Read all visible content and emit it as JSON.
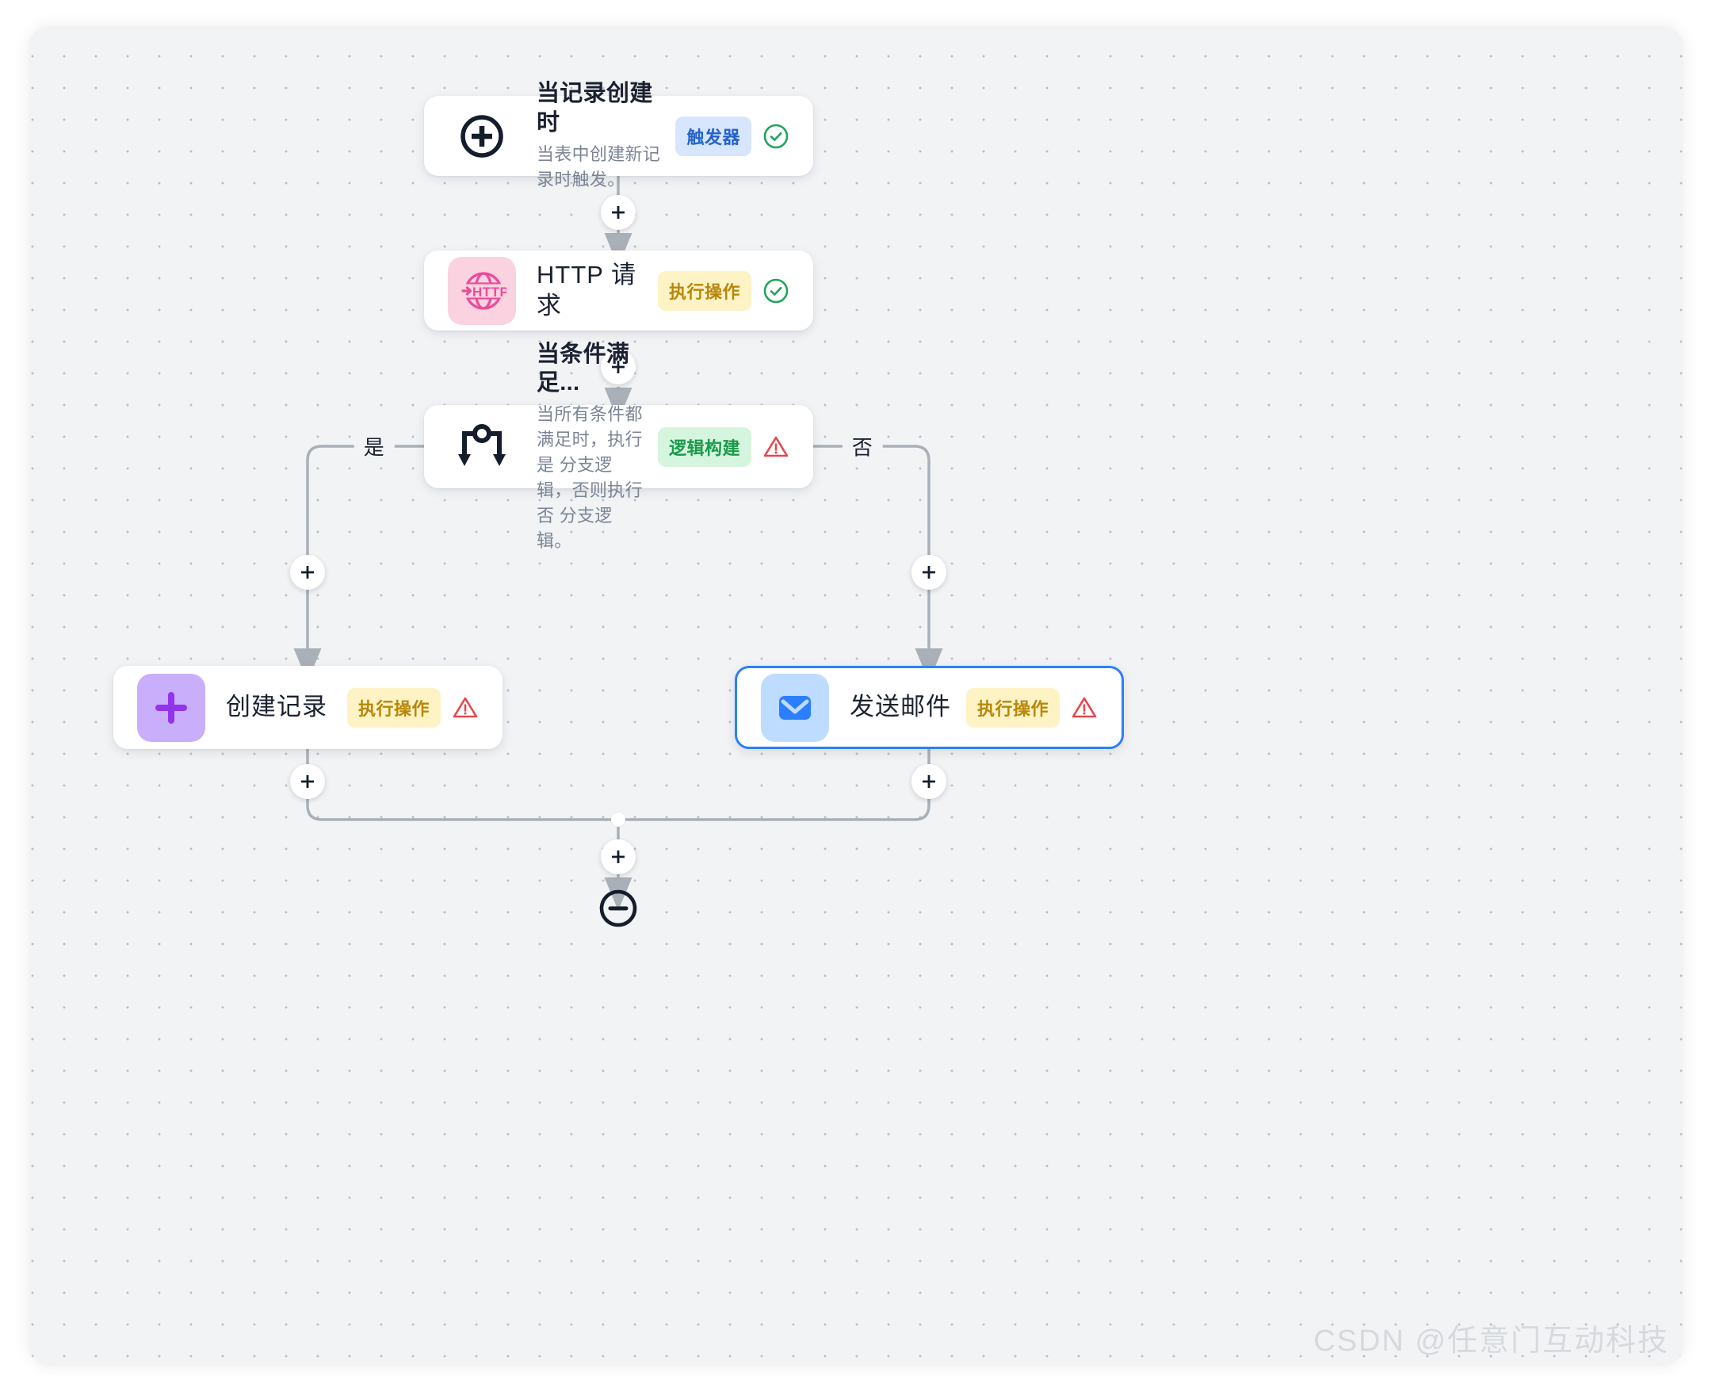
{
  "canvas": {
    "background_color": "#f1f3f5",
    "grid": "dot-grid"
  },
  "watermark": {
    "text": "CSDN @任意门互动科技"
  },
  "badges": {
    "trigger": {
      "label": "触发器",
      "bg": "#d7e6fd",
      "fg": "#2563c9"
    },
    "action": {
      "label": "执行操作",
      "bg": "#fdf3c4",
      "fg": "#b8860b"
    },
    "logic": {
      "label": "逻辑构建",
      "bg": "#d6f5de",
      "fg": "#199a4b"
    }
  },
  "nodes": [
    {
      "id": "trigger-record-created",
      "title": "当记录创建时",
      "description": "当表中创建新记录时触发。",
      "badge_label": "触发器",
      "badge_type": "trigger",
      "status": "ok",
      "icon": "plus-circle-icon",
      "selected": false
    },
    {
      "id": "http-request",
      "title": "HTTP 请求",
      "description": "",
      "badge_label": "执行操作",
      "badge_type": "action",
      "status": "ok",
      "icon": "http-globe-icon",
      "selected": false
    },
    {
      "id": "condition",
      "title": "当条件满足...",
      "description": "当所有条件都满足时，执行 是 分支逻辑，否则执行 否 分支逻辑。",
      "badge_label": "逻辑构建",
      "badge_type": "logic",
      "status": "warning",
      "icon": "branch-split-icon",
      "selected": false
    },
    {
      "id": "create-record",
      "title": "创建记录",
      "description": "",
      "badge_label": "执行操作",
      "badge_type": "action",
      "status": "warning",
      "icon": "plus-square-icon",
      "selected": false
    },
    {
      "id": "send-email",
      "title": "发送邮件",
      "description": "",
      "badge_label": "执行操作",
      "badge_type": "action",
      "status": "warning",
      "icon": "envelope-icon",
      "selected": true
    }
  ],
  "branches": {
    "yes_label": "是",
    "no_label": "否"
  },
  "connectors": {
    "add_icon": "plus-icon",
    "end_icon": "minus-circle-icon"
  },
  "colors": {
    "edge": "#aab0b8",
    "icon_dark": "#151c2c",
    "pink": "#e84d9b",
    "purple": "#9333ea",
    "blue": "#2b7fff",
    "green": "#22a45d",
    "red": "#e5484d"
  }
}
